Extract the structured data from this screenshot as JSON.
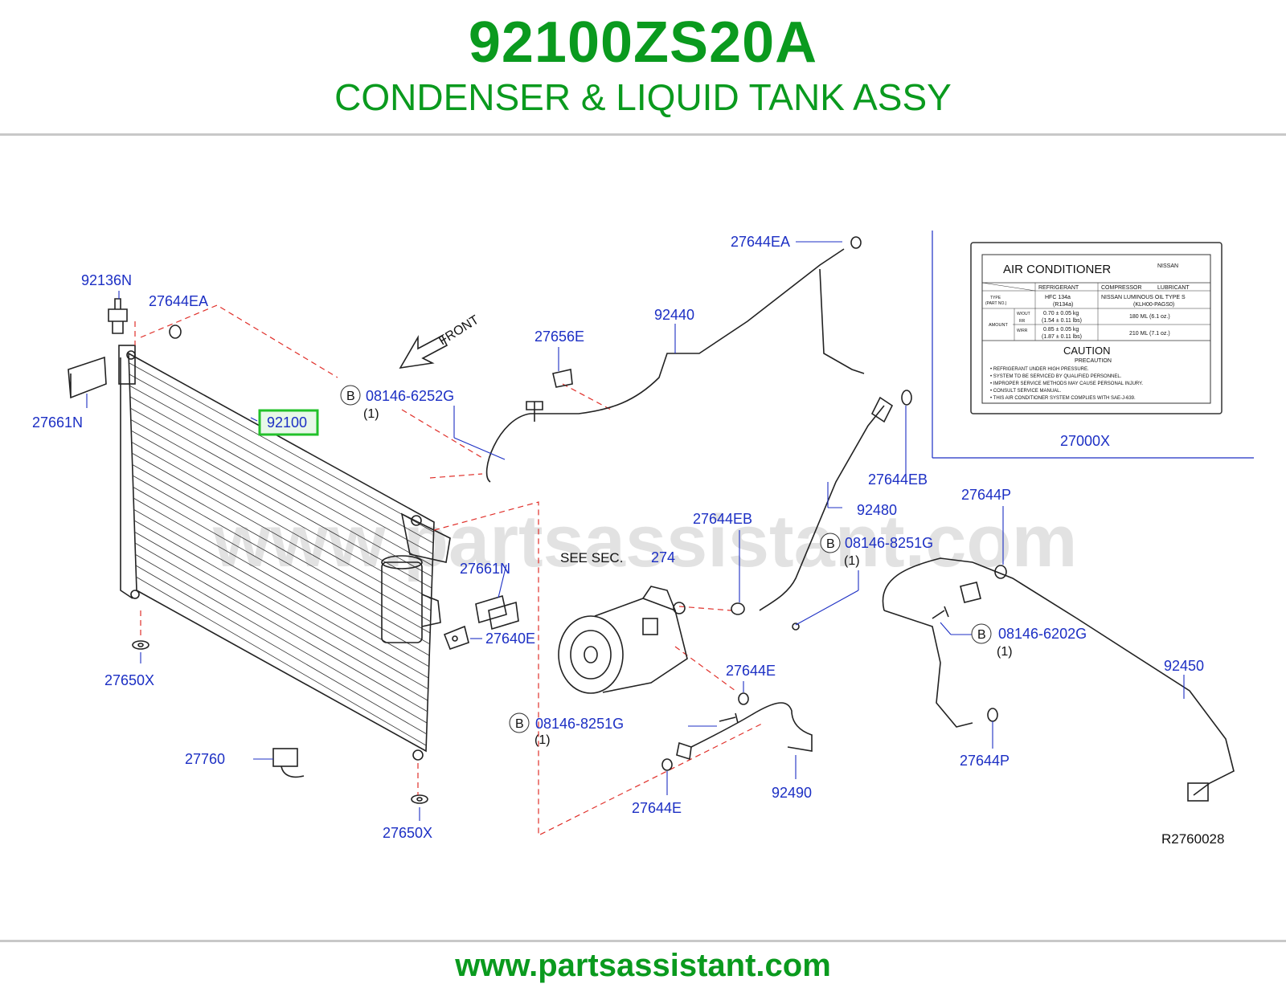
{
  "header": {
    "part_number": "92100ZS20A",
    "title": "CONDENSER & LIQUID TANK ASSY"
  },
  "diagram": {
    "callouts": {
      "c92136N": "92136N",
      "c27644EA_left": "27644EA",
      "c27661N_left": "27661N",
      "c92100": "92100",
      "c27650X_a": "27650X",
      "c27650X_b": "27650X",
      "c27760": "27760",
      "c27661N_mid": "27661N",
      "c27640E": "27640E",
      "c08146_6252G": "08146-6252G",
      "c27656E": "27656E",
      "c92440": "92440",
      "c27644EA_top": "27644EA",
      "c27644EB_a": "27644EB",
      "c27644EB_b": "27644EB",
      "c92480": "92480",
      "c08146_8251G_a": "08146-8251G",
      "c08146_8251G_b": "08146-8251G",
      "c274": "274",
      "c27644E_a": "27644E",
      "c27644E_b": "27644E",
      "c92490": "92490",
      "c27644P_a": "27644P",
      "c27644P_b": "27644P",
      "c08146_6202G": "08146-6202G",
      "c92450": "92450",
      "c27000X": "27000X"
    },
    "text": {
      "front": "FRONT",
      "see_sec": "SEE   SEC.",
      "b": "B",
      "qty_1": "(1)",
      "diagram_code": "R2760028",
      "watermark": "www.partsassistant.com"
    },
    "ac_label": {
      "title": "AIR   CONDITIONER",
      "brand": "NISSAN",
      "col_refrigerant": "REFRIGERANT",
      "col_compressor": "COMPRESSOR",
      "col_lubricant": "LUBRICANT",
      "type": "TYPE",
      "part_no": "(PART   NO.)",
      "hfc": "HFC    134a",
      "r134a": "(R134a)",
      "nissan_oil": "NISSAN   LUMINOUS   OIL   TYPE   S",
      "klh": "(KLH00-PAGS0)",
      "amount": "AMOUNT",
      "wout": "W/OUT",
      "rr": "RR",
      "wrr": "W/RR",
      "r1": "0.70   ±   0.05   kg",
      "r2": "(1.54   ±   0.11   lbs)",
      "r3": "0.85   ±   0.05   kg",
      "r4": "(1.87   ±   0.11   lbs)",
      "o1": "180   ML   (6.1   oz.)",
      "o2": "210   ML   (7.1   oz.)",
      "caution": "CAUTION",
      "precaution": "PRECAUTION",
      "l1": "• REFRIGERANT    UNDER    HIGH    PRESSURE.",
      "l2": "• SYSTEM    TO    BE    SERVICED    BY    QUALIFIED    PERSONNEL.",
      "l3": "• IMPROPER   SERVICE   METHODS   MAY   CAUSE   PERSONAL   INJURY.",
      "l4": "• CONSULT    SERVICE    MANUAL.",
      "l5": "• THIS    AIR    CONDITIONER    SYSTEM    COMPLIES    WITH    SAE-J-639."
    }
  },
  "footer": {
    "url": "www.partsassistant.com"
  },
  "colors": {
    "brand_green": "#0a9a1e",
    "callout_blue": "#1c2fc4",
    "highlight_green": "#22c12a",
    "dashed_red": "#e0302a"
  }
}
